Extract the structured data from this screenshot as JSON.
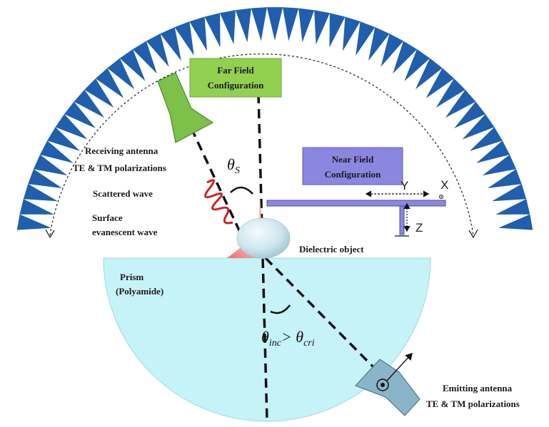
{
  "diagram": {
    "far_field_line1": "Far Field",
    "far_field_line2": "Configuration",
    "near_field_line1": "Near Field",
    "near_field_line2": "Configuration",
    "receiving_line1": "Receiving antenna",
    "receiving_line2": "TE & TM polarizations",
    "scattered_wave": "Scattered wave",
    "surface_line1": "Surface",
    "surface_line2": "evanescent wave",
    "dielectric_object": "Dielectric object",
    "prism_line1": "Prism",
    "prism_line2": "(Polyamide)",
    "emitting_line1": "Emitting  antenna",
    "emitting_line2": "TE & TM polarizations",
    "axis_x": "X",
    "axis_y": "Y",
    "axis_z": "Z",
    "theta_s_symbol": "θ",
    "theta_s_sub": "S",
    "theta_inc_symbol": "θ",
    "theta_inc_sub": "inc",
    "greater_than": "> ",
    "theta_cri_symbol": "θ",
    "theta_cri_sub": "cri"
  },
  "colors": {
    "absorber_blue": "#1f5fae",
    "far_field_box": "#92d050",
    "near_field_box": "#8b87e0",
    "prism_fill": "#c6f3f8",
    "receiving_antenna": "#7dc04a",
    "emitting_antenna": "#8ab4c8",
    "scattered_wave": "#cc2222",
    "evanescent_pink": "#f08a8a"
  }
}
